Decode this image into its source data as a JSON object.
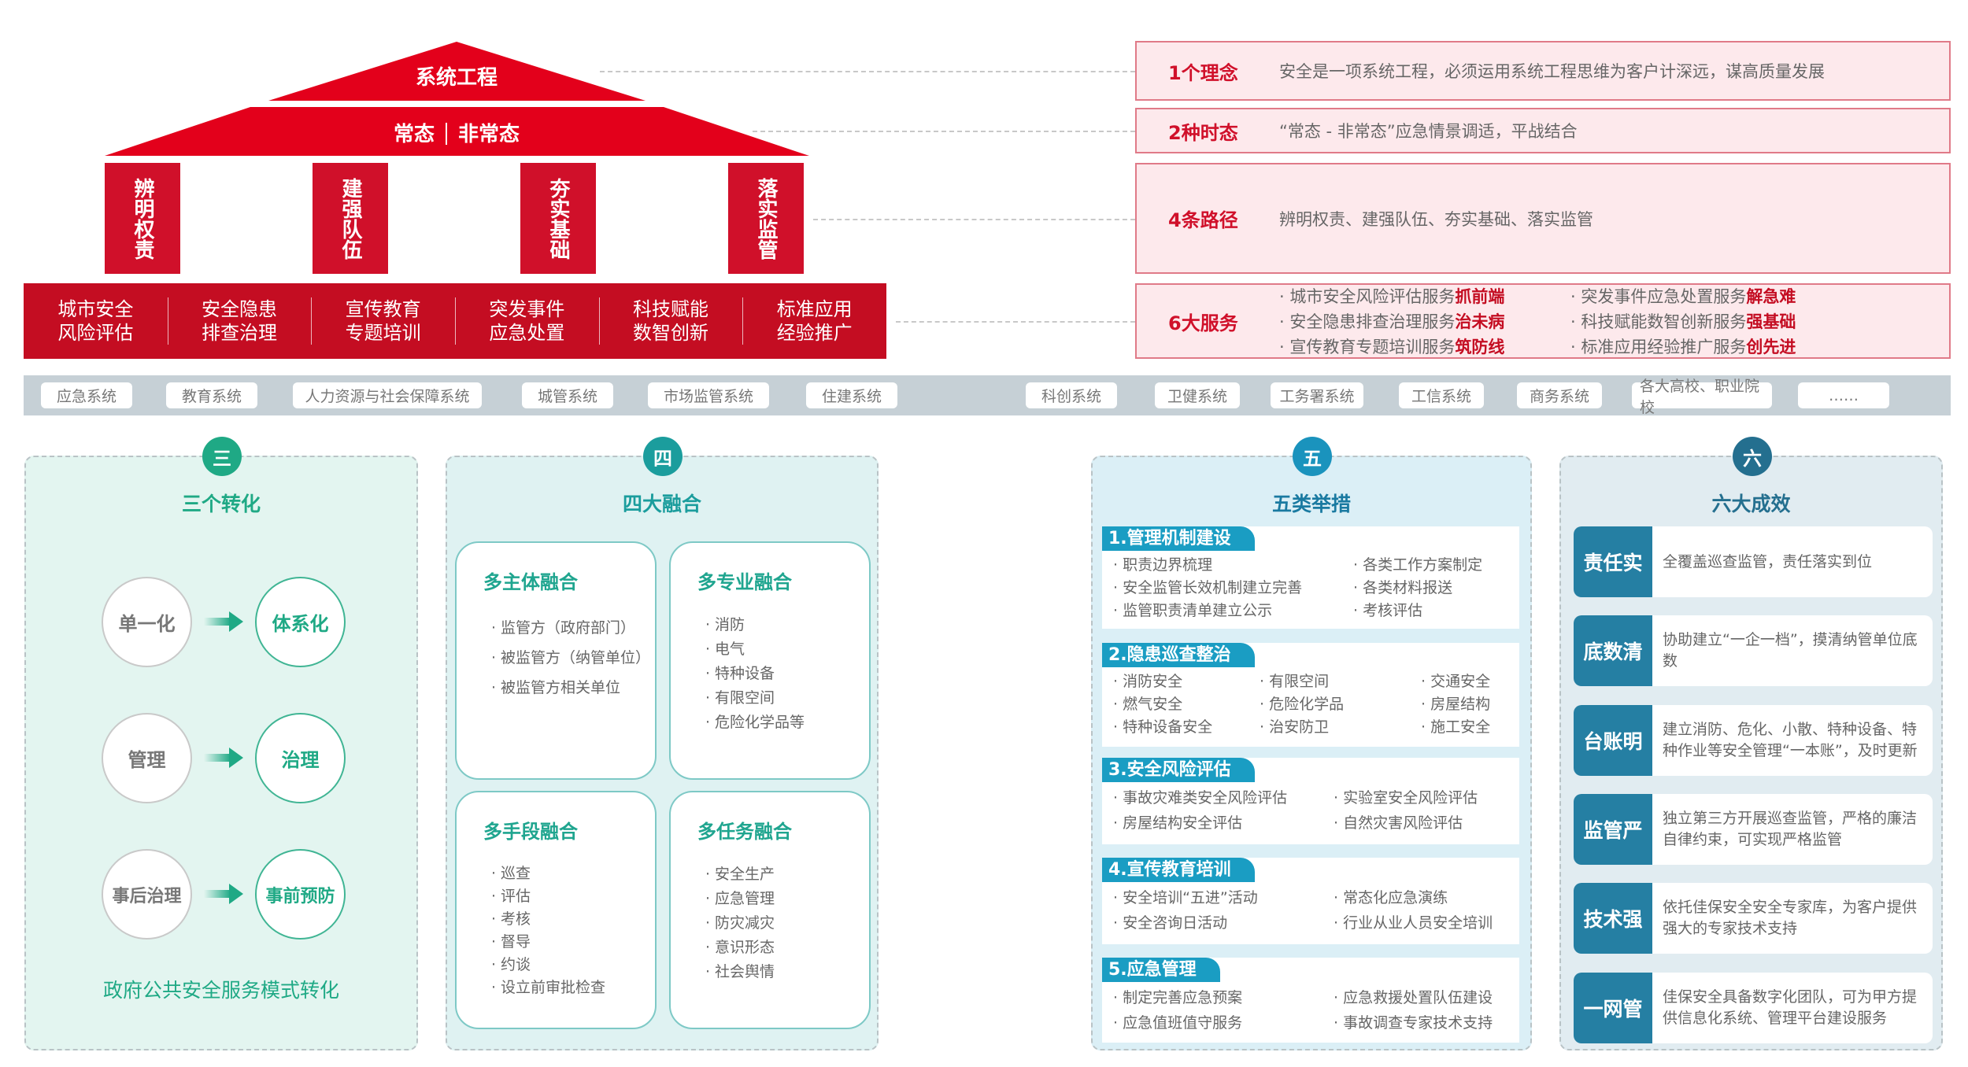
{
  "house": {
    "roof_top": "系统工程",
    "roof_mid_left": "常态",
    "roof_mid_right": "非常态",
    "pillars": [
      "辨明权责",
      "建强队伍",
      "夯实基础",
      "落实监管"
    ],
    "base_items": [
      {
        "line1": "城市安全",
        "line2": "风险评估"
      },
      {
        "line1": "安全隐患",
        "line2": "排查治理"
      },
      {
        "line1": "宣传教育",
        "line2": "专题培训"
      },
      {
        "line1": "突发事件",
        "line2": "应急处置"
      },
      {
        "line1": "科技赋能",
        "line2": "数智创新"
      },
      {
        "line1": "标准应用",
        "line2": "经验推广"
      }
    ],
    "color": "#d0102a"
  },
  "info": {
    "concept": {
      "key": "1个理念",
      "value": "安全是一项系统工程，必须运用系统工程思维为客户计深远，谋高质量发展"
    },
    "states": {
      "key": "2种时态",
      "value": "“常态 - 非常态”应急情景调适，平战结合"
    },
    "paths": {
      "key": "4条路径",
      "value": "辨明权责、建强队伍、夯实基础、落实监管"
    },
    "services": {
      "key": "6大服务",
      "items": [
        {
          "text": "城市安全风险评估服务",
          "highlight": "抓前端"
        },
        {
          "text": "突发事件应急处置服务",
          "highlight": "解急难"
        },
        {
          "text": "安全隐患排查治理服务",
          "highlight": "治未病"
        },
        {
          "text": "科技赋能数智创新服务",
          "highlight": "强基础"
        },
        {
          "text": "宣传教育专题培训服务",
          "highlight": "筑防线"
        },
        {
          "text": "标准应用经验推广服务",
          "highlight": "创先进"
        }
      ]
    }
  },
  "systems": [
    "应急系统",
    "教育系统",
    "人力资源与社会保障系统",
    "城管系统",
    "市场监管系统",
    "住建系统",
    "科创系统",
    "卫健系统",
    "工务署系统",
    "工信系统",
    "商务系统",
    "各大高校、职业院校",
    "……"
  ],
  "panel3": {
    "badge": "三",
    "title": "三个转化",
    "rows": [
      {
        "from": "单一化",
        "to": "体系化"
      },
      {
        "from": "管理",
        "to": "治理"
      },
      {
        "from": "事后治理",
        "to": "事前预防"
      }
    ],
    "footer": "政府公共安全服务模式转化",
    "color": "#1fa985"
  },
  "panel4": {
    "badge": "四",
    "title": "四大融合",
    "cards": [
      {
        "title": "多主体融合",
        "items": [
          "监管方（政府部门）",
          "被监管方（纳管单位）",
          "被监管方相关单位"
        ]
      },
      {
        "title": "多专业融合",
        "items": [
          "消防",
          "电气",
          "特种设备",
          "有限空间",
          "危险化学品等"
        ]
      },
      {
        "title": "多手段融合",
        "items": [
          "巡查",
          "评估",
          "考核",
          "督导",
          "约谈",
          "设立前审批检查"
        ]
      },
      {
        "title": "多任务融合",
        "items": [
          "安全生产",
          "应急管理",
          "防灾减灾",
          "意识形态",
          "社会舆情"
        ]
      }
    ],
    "color": "#1b9d9d"
  },
  "panel5": {
    "badge": "五",
    "title": "五类举措",
    "sections": [
      {
        "title": "1.管理机制建设",
        "items": [
          "职责边界梳理",
          "各类工作方案制定",
          "安全监管长效机制建立完善",
          "各类材料报送",
          "监管职责清单建立公示",
          "考核评估"
        ]
      },
      {
        "title": "2.隐患巡查整治",
        "items": [
          "消防安全",
          "有限空间",
          "交通安全",
          "燃气安全",
          "危险化学品",
          "房屋结构",
          "特种设备安全",
          "治安防卫",
          "施工安全"
        ]
      },
      {
        "title": "3.安全风险评估",
        "items": [
          "事故灾难类安全风险评估",
          "实验室安全风险评估",
          "房屋结构安全评估",
          "自然灾害风险评估"
        ]
      },
      {
        "title": "4.宣传教育培训",
        "items": [
          "安全培训“五进”活动",
          "常态化应急演练",
          "安全咨询日活动",
          "行业从业人员安全培训"
        ]
      },
      {
        "title": "5.应急管理",
        "items": [
          "制定完善应急预案",
          "应急救援处置队伍建设",
          "应急值班值守服务",
          "事故调查专家技术支持"
        ]
      }
    ],
    "color": "#1a9dc3"
  },
  "panel6": {
    "badge": "六",
    "title": "六大成效",
    "items": [
      {
        "key": "责任实",
        "value": "全覆盖巡查监管，责任落实到位"
      },
      {
        "key": "底数清",
        "value": "协助建立“一企一档”，摸清纳管单位底数"
      },
      {
        "key": "台账明",
        "value": "建立消防、危化、小散、特种设备、特种作业等安全管理“一本账”，及时更新"
      },
      {
        "key": "监管严",
        "value": "独立第三方开展巡查监管，严格的廉洁自律约束，可实现严格监管"
      },
      {
        "key": "技术强",
        "value": "依托佳保安全安全专家库，为客户提供强大的专家技术支持"
      },
      {
        "key": "一网管",
        "value": "佳保安全具备数字化团队，可为甲方提供信息化系统、管理平台建设服务"
      }
    ],
    "color": "#257fa3"
  }
}
